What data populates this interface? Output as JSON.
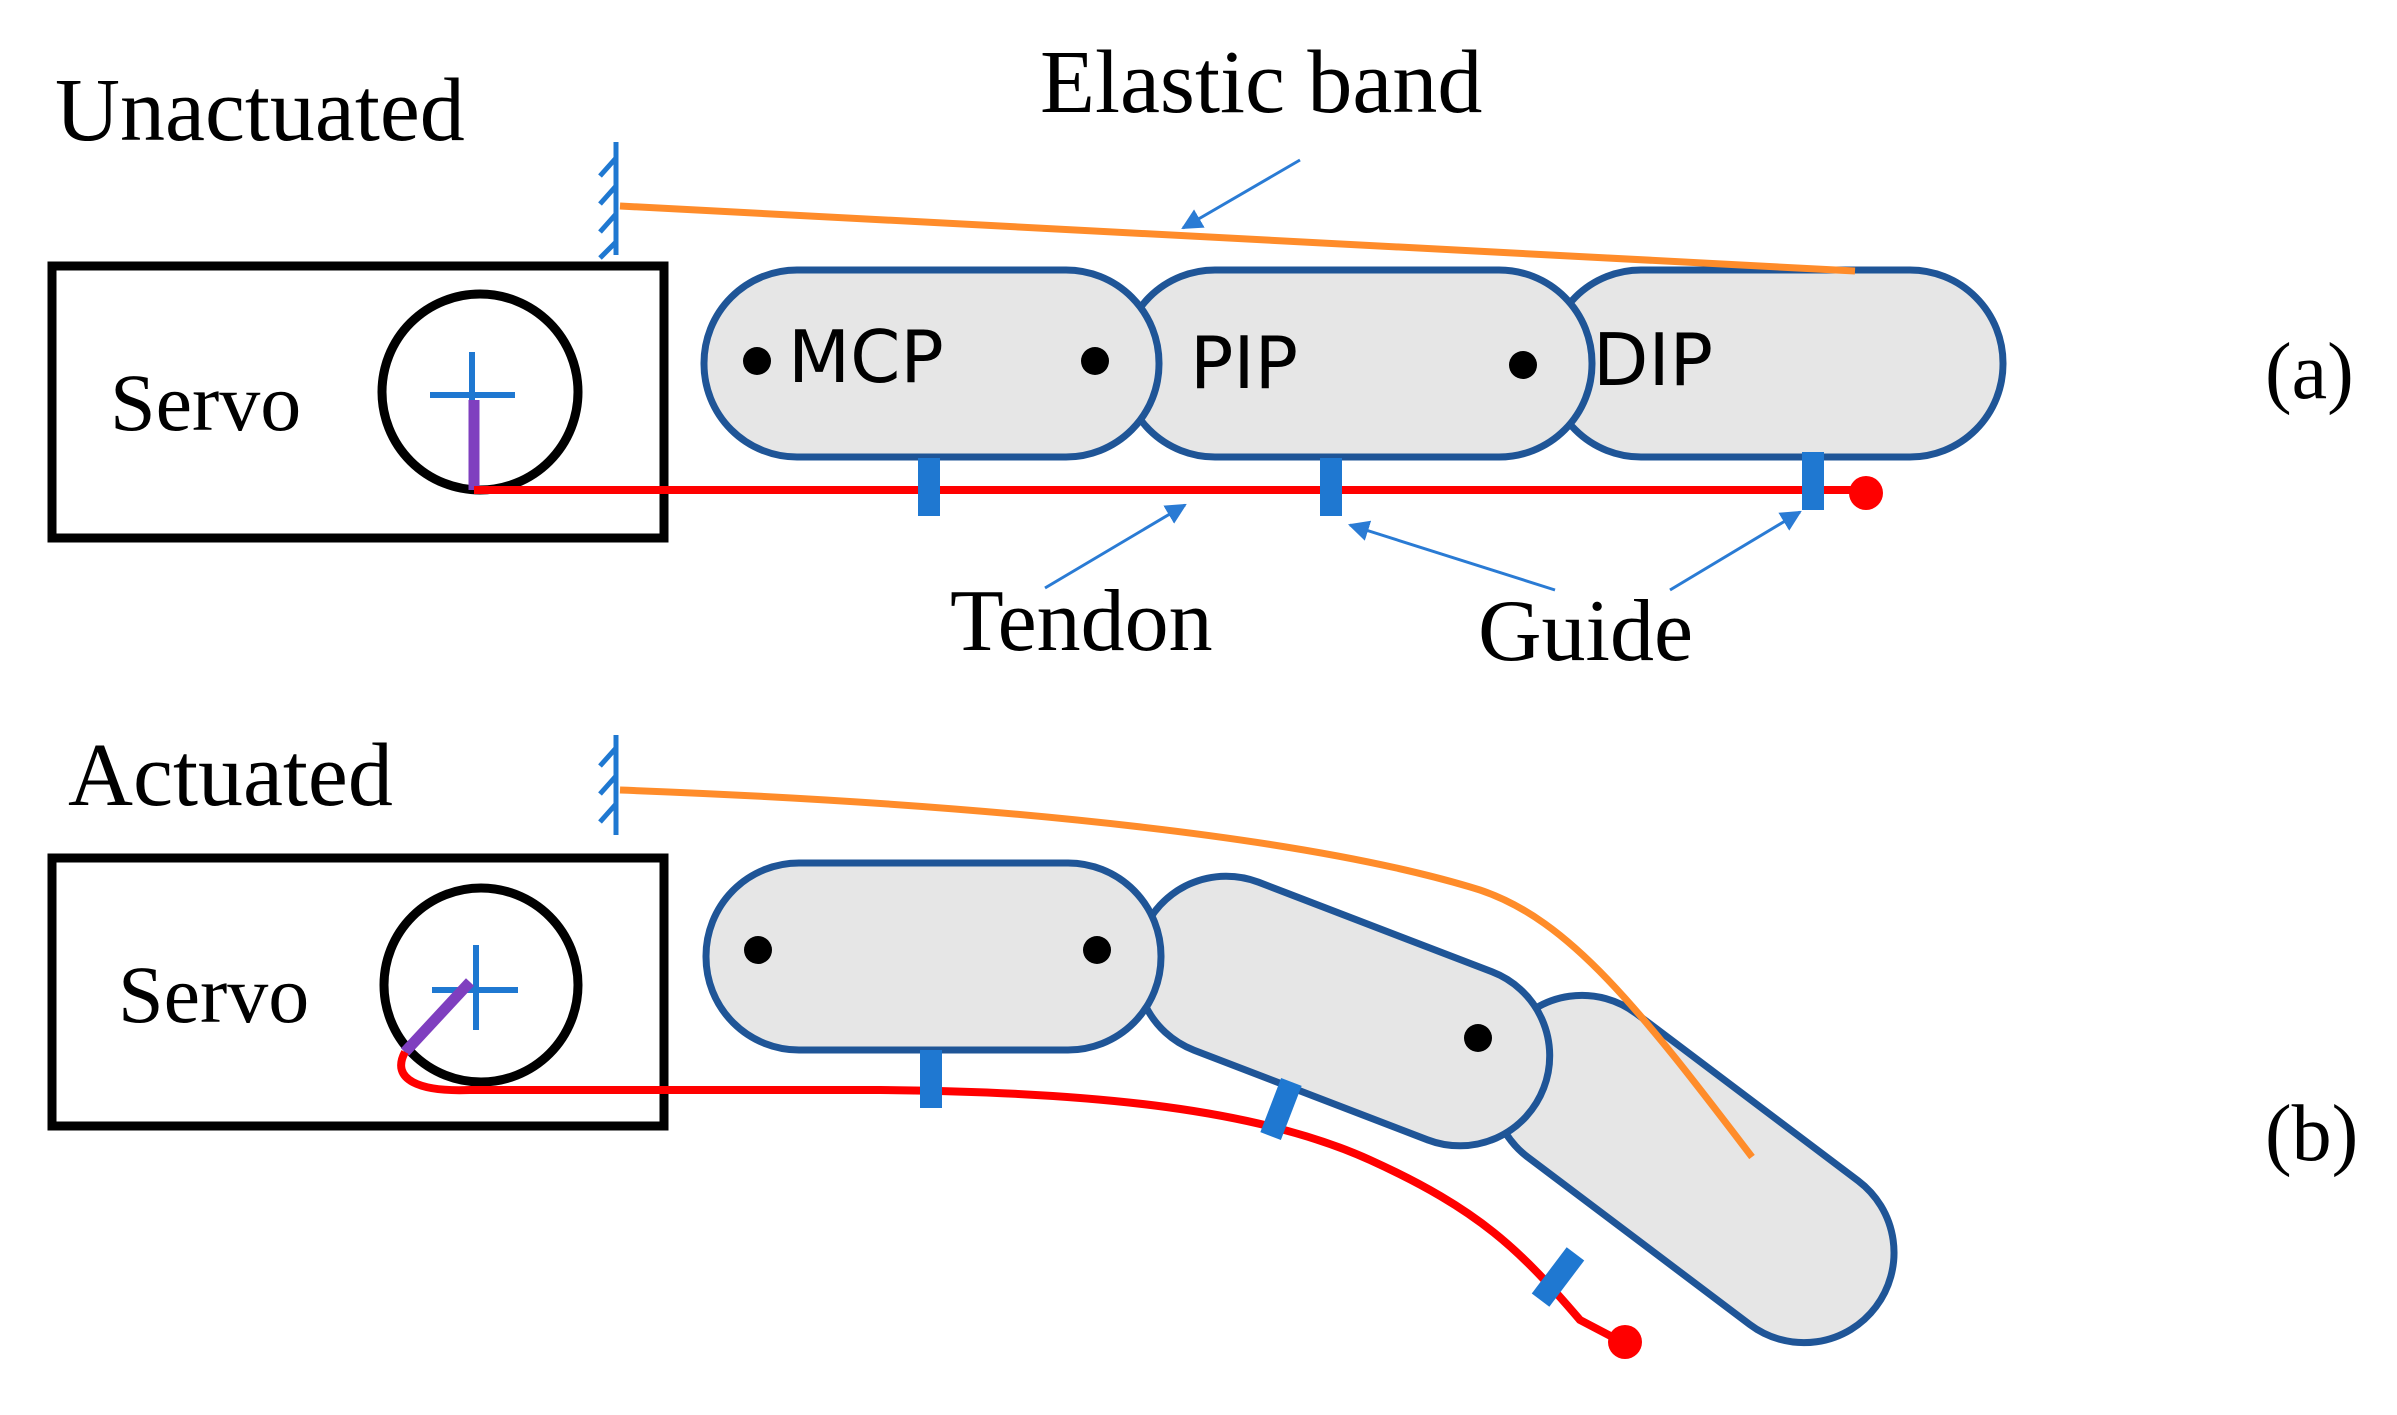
{
  "panel_a": {
    "title": "Unactuated",
    "servo_label": "Servo",
    "joints": [
      "MCP",
      "PIP",
      "DIP"
    ],
    "labels": {
      "elastic_band": "Elastic band",
      "tendon": "Tendon",
      "guide": "Guide"
    },
    "panel_label": "(a)"
  },
  "panel_b": {
    "title": "Actuated",
    "servo_label": "Servo",
    "panel_label": "(b)"
  },
  "colors": {
    "outline": "#1f5597",
    "segment_fill": "#e6e6e6",
    "tendon": "#ff0000",
    "elastic_band": "#ff8c2a",
    "guide": "#1f78d1",
    "arrow": "#2a7bd4",
    "horn": "#7f3fbf",
    "frame": "#000000"
  }
}
